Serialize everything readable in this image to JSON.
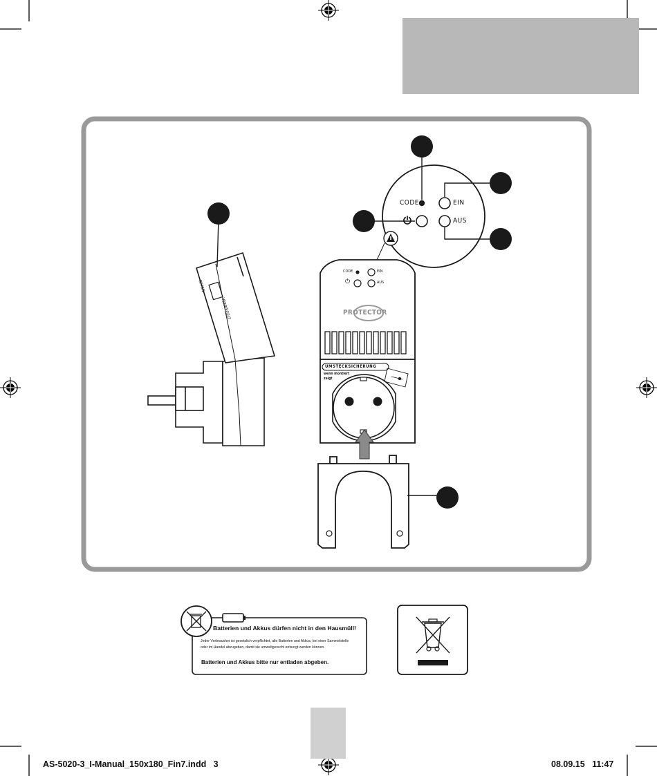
{
  "colors": {
    "frame_gray": "#9a9a9a",
    "tab_gray": "#b8b8b8",
    "page_tab_gray": "#d0d0d0",
    "ink": "#1a1a1a"
  },
  "panel": {
    "zoom": {
      "code": "CODE",
      "ein": "EIN",
      "aus": "AUS",
      "power_symbol": "⏻"
    },
    "device": {
      "code": "CODE",
      "ein": "EIN",
      "aus": "AUS",
      "power_symbol": "⏻",
      "brand": "PROTECTOR",
      "sticker_title": "UMSTECKSICHERUNG",
      "sticker_text_1": "wenn montiert",
      "sticker_text_2": "zeigt"
    },
    "side_view": {
      "text_1": "OFFEN",
      "text_2": "VERRIEGELT"
    }
  },
  "battery_notice": {
    "heading": "Batterien und Akkus dürfen nicht in den Hausmüll!",
    "body_line_1": "Jeder Verbraucher ist gesetzlich verpflichtet, alle Batterien und Akkus, bei einer Sammelstelle",
    "body_line_2": "oder im Handel abzugeben, damit sie umweltgerecht entsorgt werden können.",
    "footer": "Batterien und Akkus bitte nur entladen abgeben."
  },
  "footer": {
    "file_name": "AS-5020-3_I-Manual_150x180_Fin7.indd   3",
    "date_time": "08.09.15   11:47"
  }
}
